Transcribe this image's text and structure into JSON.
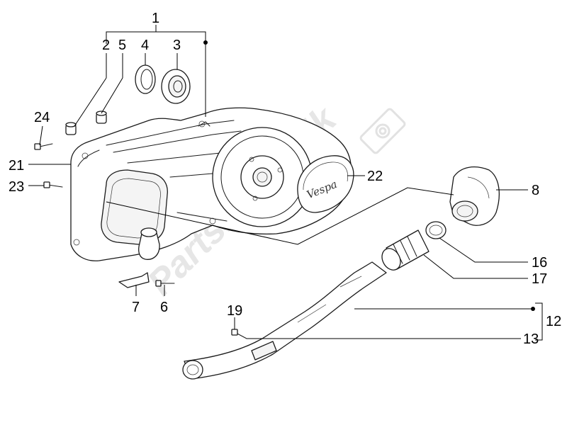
{
  "diagram": {
    "callouts": [
      {
        "id": "c1",
        "label": "1"
      },
      {
        "id": "c2",
        "label": "2"
      },
      {
        "id": "c3",
        "label": "3"
      },
      {
        "id": "c4",
        "label": "4"
      },
      {
        "id": "c5",
        "label": "5"
      },
      {
        "id": "c6",
        "label": "6"
      },
      {
        "id": "c7",
        "label": "7"
      },
      {
        "id": "c8",
        "label": "8"
      },
      {
        "id": "c12",
        "label": "12"
      },
      {
        "id": "c13",
        "label": "13"
      },
      {
        "id": "c16",
        "label": "16"
      },
      {
        "id": "c17",
        "label": "17"
      },
      {
        "id": "c19",
        "label": "19"
      },
      {
        "id": "c21",
        "label": "21"
      },
      {
        "id": "c22",
        "label": "22"
      },
      {
        "id": "c23",
        "label": "23"
      },
      {
        "id": "c24",
        "label": "24"
      }
    ],
    "badge_script": "Vespa",
    "watermark": "PartsRepublik"
  },
  "colors": {
    "line": "#1a1a1a",
    "watermark": "#e6e6e6",
    "background": "#ffffff"
  }
}
